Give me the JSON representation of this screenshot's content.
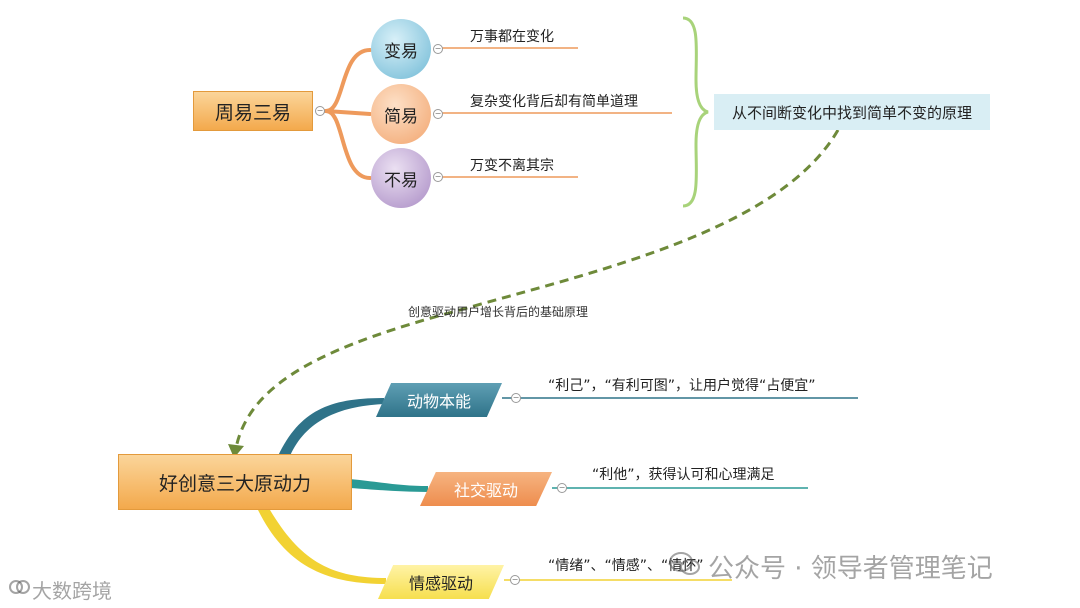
{
  "top_map": {
    "root": "周易三易",
    "branches": [
      {
        "node": "变易",
        "leaf": "万事都在变化"
      },
      {
        "node": "简易",
        "leaf": "复杂变化背后却有简单道理"
      },
      {
        "node": "不易",
        "leaf": "万变不离其宗"
      }
    ],
    "summary": "从不间断变化中找到简单不变的原理"
  },
  "connector_label": "创意驱动用户增长背后的基础原理",
  "bottom_map": {
    "root": "好创意三大原动力",
    "branches": [
      {
        "node": "动物本能",
        "leaf": "“利己”，“有利可图”，让用户觉得“占便宜”",
        "color": "#2f7389"
      },
      {
        "node": "社交驱动",
        "leaf": "“利他”，获得认可和心理满足",
        "color": "#2a9a95"
      },
      {
        "node": "情感驱动",
        "leaf": "“情绪”、“情感”、“情怀”",
        "color": "#f2d233"
      }
    ]
  },
  "colors": {
    "orange_link": "#ee9a5c",
    "dashed_arrow": "#6e8a3a"
  },
  "watermark": {
    "main": "公众号 · 领导者管理笔记",
    "corner": "大数跨境"
  }
}
